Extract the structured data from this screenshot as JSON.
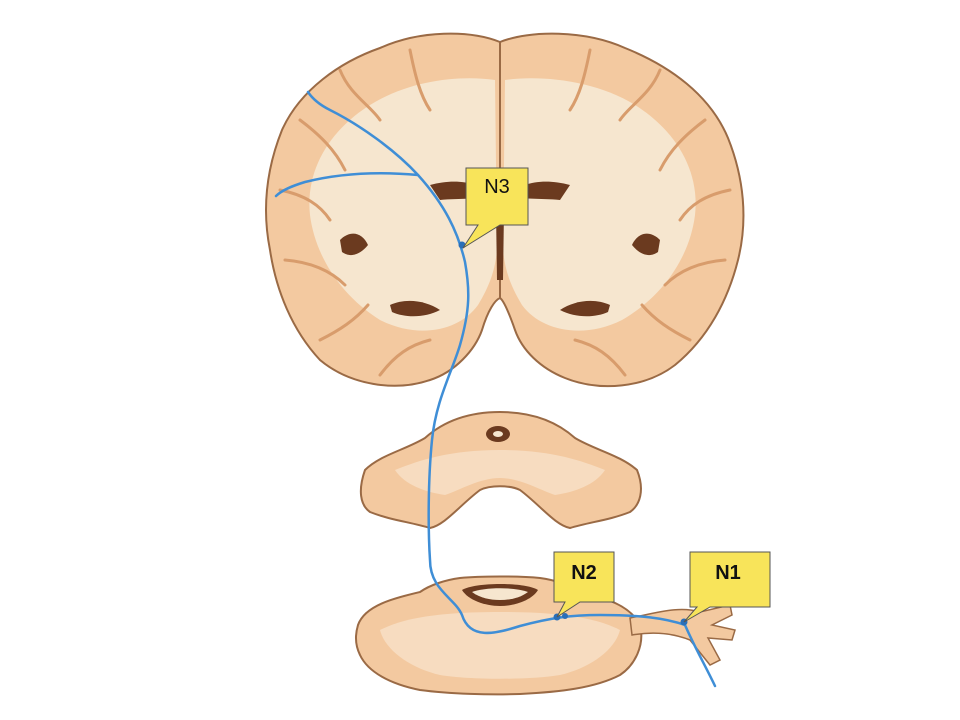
{
  "labels": {
    "n3": "N3",
    "n2": "N2",
    "n1": "N1"
  },
  "colors": {
    "tissue": "#f3c9a0",
    "tissue_light": "#f7dcc0",
    "white_matter": "#f6e6cf",
    "outline": "#9a6a45",
    "ventricle": "#6b3a1f",
    "pathway": "#3f8ed6",
    "callout_fill": "#f8e45a",
    "callout_stroke": "#555555",
    "background": "#ffffff"
  },
  "icons": {
    "n3_marker": "dot-icon",
    "n2_marker": "dot-icon",
    "n1_marker": "dot-icon"
  }
}
